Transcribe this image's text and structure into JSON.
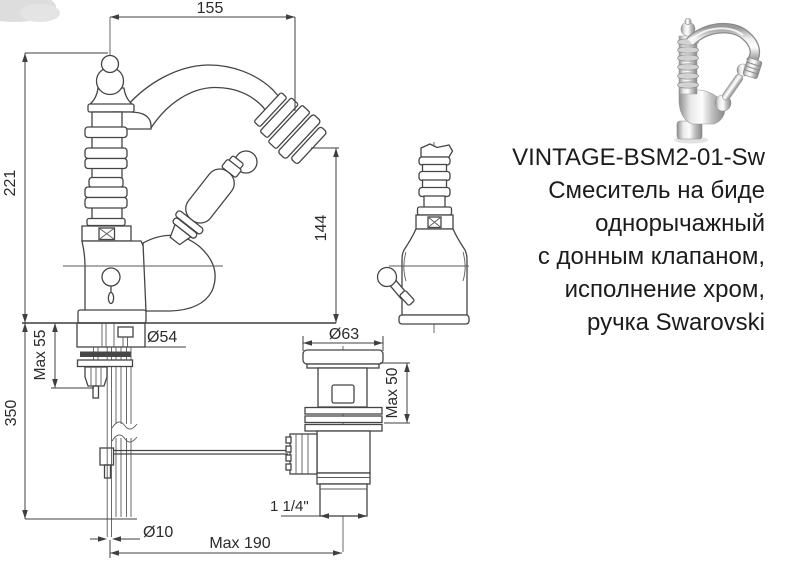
{
  "product": {
    "code": "VINTAGE-BSM2-01-Sw",
    "description": [
      "Смеситель на биде",
      "однорычажный",
      "с донным клапаном,",
      "исполнение хром,",
      "ручка Swarovski"
    ]
  },
  "dimensions": {
    "spout_reach": "155",
    "total_height": "221",
    "spout_height": "144",
    "body_width": "Ø54",
    "deck_thickness_max": "Max 55",
    "supply_length": "350",
    "drain_flange": "Ø63",
    "drain_deck_max": "Max 50",
    "rod_diameter": "Ø10",
    "rod_reach_max": "Max 190",
    "drain_thread": "1 1/4\""
  },
  "colors": {
    "line": "#454545",
    "text": "#2b2b2b",
    "chrome_light": "#f0f0f0",
    "chrome_dark": "#8f8f8f"
  }
}
